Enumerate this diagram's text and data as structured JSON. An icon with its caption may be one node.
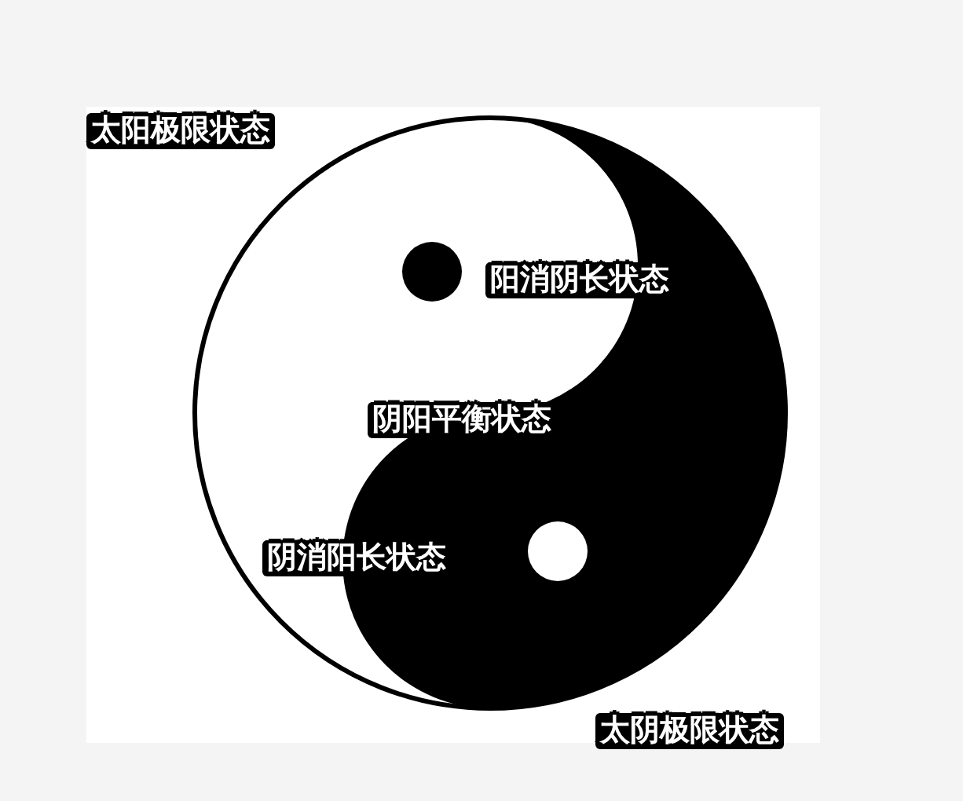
{
  "diagram": {
    "labels": [
      "太阳极限状态",
      "阳消阴长状态",
      "阴阳平衡状态",
      "阴消阳长状态",
      "太阴极限状态"
    ]
  }
}
